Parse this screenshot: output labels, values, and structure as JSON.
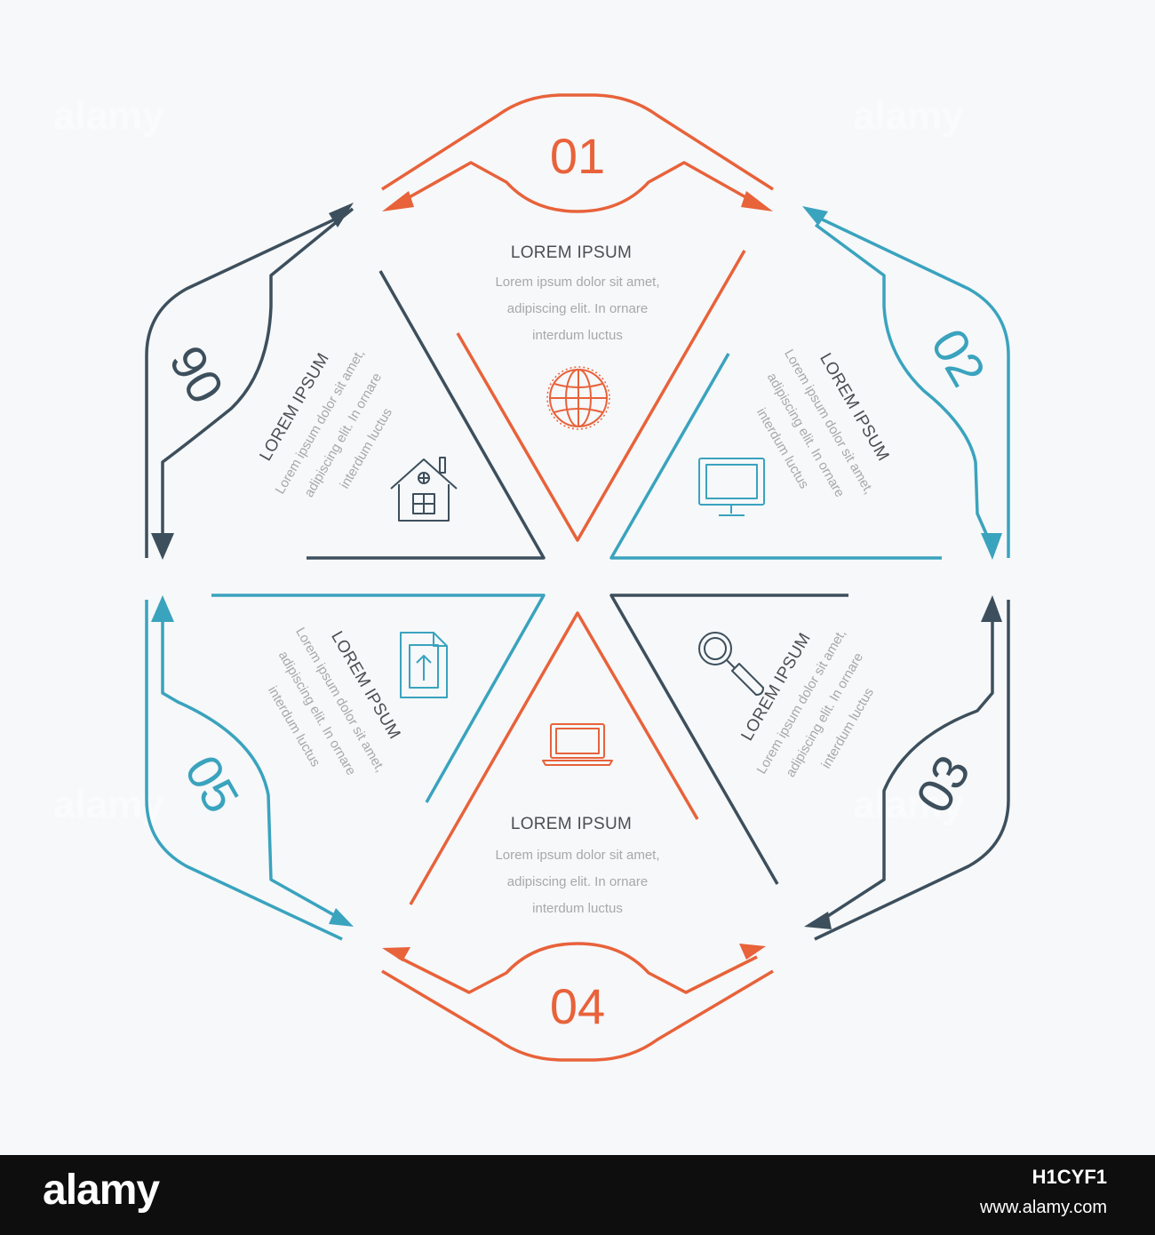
{
  "colors": {
    "orange": "#e8623a",
    "teal": "#3aa3be",
    "slate": "#3d4f5c",
    "title": "#4b4e51",
    "body_text": "#a8a8a8",
    "background": "#f6f8fa"
  },
  "segments": [
    {
      "number": "01",
      "title": "LOREM IPSUM",
      "lines": [
        "Lorem ipsum dolor sit amet,",
        "adipiscing elit. In ornare",
        "interdum luctus"
      ],
      "icon": "globe-icon",
      "color": "orange"
    },
    {
      "number": "02",
      "title": "LOREM IPSUM",
      "lines": [
        "Lorem ipsum dolor sit amet,",
        "adipiscing elit. In ornare",
        "interdum luctus"
      ],
      "icon": "monitor-icon",
      "color": "teal"
    },
    {
      "number": "03",
      "title": "LOREM IPSUM",
      "lines": [
        "Lorem ipsum dolor sit amet,",
        "adipiscing elit. In ornare",
        "interdum luctus"
      ],
      "icon": "magnifier-icon",
      "color": "slate"
    },
    {
      "number": "04",
      "title": "LOREM IPSUM",
      "lines": [
        "Lorem ipsum dolor sit amet,",
        "adipiscing elit. In ornare",
        "interdum luctus"
      ],
      "icon": "laptop-icon",
      "color": "orange"
    },
    {
      "number": "05",
      "title": "LOREM IPSUM",
      "lines": [
        "Lorem ipsum dolor sit amet,",
        "adipiscing elit. In ornare",
        "interdum luctus"
      ],
      "icon": "file-upload-icon",
      "color": "teal"
    },
    {
      "number": "06",
      "title": "LOREM IPSUM",
      "lines": [
        "Lorem ipsum dolor sit amet,",
        "adipiscing elit. In ornare",
        "interdum luctus"
      ],
      "icon": "house-icon",
      "color": "slate"
    }
  ],
  "watermark": "alamy",
  "footer": {
    "logo": "alamy",
    "image_id": "H1CYF1",
    "site": "www.alamy.com"
  }
}
